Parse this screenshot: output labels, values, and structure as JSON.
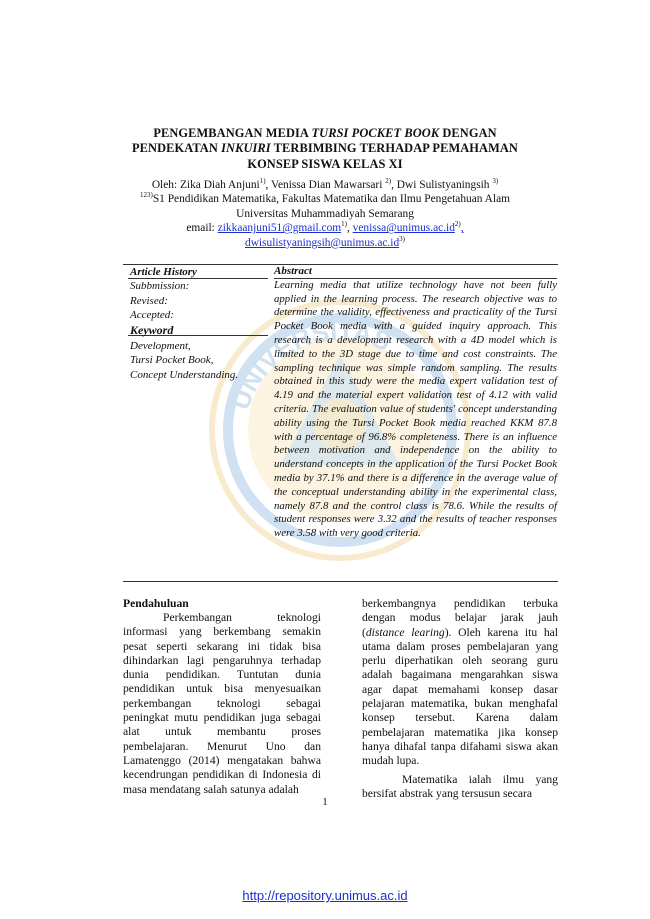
{
  "title": {
    "line1_a": "PENGEMBANGAN MEDIA ",
    "line1_b": "TURSI POCKET BOOK",
    "line1_c": " DENGAN",
    "line2_a": "PENDEKATAN ",
    "line2_b": "INKUIRI",
    "line2_c": " TERBIMBING TERHADAP PEMAHAMAN",
    "line3": "KONSEP SISWA KELAS XI"
  },
  "authors": {
    "prefix": "Oleh: Zika Diah Anjuni",
    "sup1": "1)",
    "name2": ", Venissa Dian Mawarsari ",
    "sup2": "2)",
    "name3": ", Dwi Sulistyaningsih ",
    "sup3": "3)",
    "aff_sup": "123)",
    "affiliation1": "S1 Pendidikan Matematika, Fakultas Matematika dan Ilmu Pengetahuan Alam",
    "affiliation2": "Universitas Muhammadiyah Semarang",
    "email_label": "email: ",
    "email1": "zikkaanjuni51@gmail.com",
    "email1_sup": "1)",
    "email_sep": ", ",
    "email2": "venissa@unimus.ac.id",
    "email2_sup": "2)",
    "email_comma": ",",
    "email3": "dwisulistyaningsih@unimus.ac.id",
    "email3_sup": "3)"
  },
  "article_history": {
    "heading": "Article History",
    "submission": "Subbmission:",
    "revised": "Revised:",
    "accepted": "Accepted:"
  },
  "keyword": {
    "heading": "Keyword",
    "items": [
      "Development,",
      "Tursi Pocket Book,",
      "Concept Understanding."
    ]
  },
  "abstract": {
    "heading": "Abstract",
    "text": "Learning media that utilize technology have not been fully applied in the learning process. The research objective was to determine the validity, effectiveness and practicality of the Tursi Pocket Book media with a guided inquiry approach. This research is a development research with a 4D model which is limited to the 3D stage due to time and cost constraints. The sampling technique was simple random sampling. The results obtained in this study were the media expert validation test of 4.19 and the material expert validation test of 4.12 with valid criteria. The evaluation value of students' concept understanding ability using the Tursi Pocket Book media reached KKM 87.8 with a percentage of 96.8% completeness. There is an influence between motivation and independence on the ability to understand concepts in the application of the Tursi Pocket Book media by 37.1% and there is a difference in the average value of the conceptual understanding ability in the experimental class, namely 87.8 and the control class is 78.6. While the results of student responses were 3.32 and the results of teacher responses were 3.58 with very good criteria."
  },
  "body": {
    "section_title": "Pendahuluan",
    "col1_para": "Perkembangan teknologi informasi yang berkembang semakin pesat seperti sekarang ini tidak bisa dihindarkan lagi pengaruhnya terhadap dunia pendidikan. Tuntutan dunia pendidikan untuk bisa menyesuaikan perkembangan teknologi sebagai peningkat mutu pendidikan juga sebagai alat untuk membantu proses pembelajaran. Menurut Uno dan Lamatenggo (2014) mengatakan bahwa kecendrungan pendidikan di Indonesia di masa mendatang salah satunya adalah",
    "col2_para1_a": "berkembangnya pendidikan terbuka dengan modus belajar jarak jauh (",
    "col2_para1_italic": "distance learing",
    "col2_para1_b": "). Oleh karena itu hal utama dalam proses pembelajaran yang perlu diperhatikan oleh seorang guru adalah bagaimana mengarahkan siswa agar dapat memahami konsep dasar pelajaran matematika, bukan menghafal konsep tersebut. Karena dalam pembelajaran matematika jika konsep hanya dihafal tanpa difahami siswa akan mudah lupa.",
    "col2_para2": "Matematika ialah ilmu yang bersifat abstrak yang tersusun secara"
  },
  "page_number": "1",
  "footer_link": "http://repository.unimus.ac.id",
  "watermark_text": "UNIVERSITAS"
}
